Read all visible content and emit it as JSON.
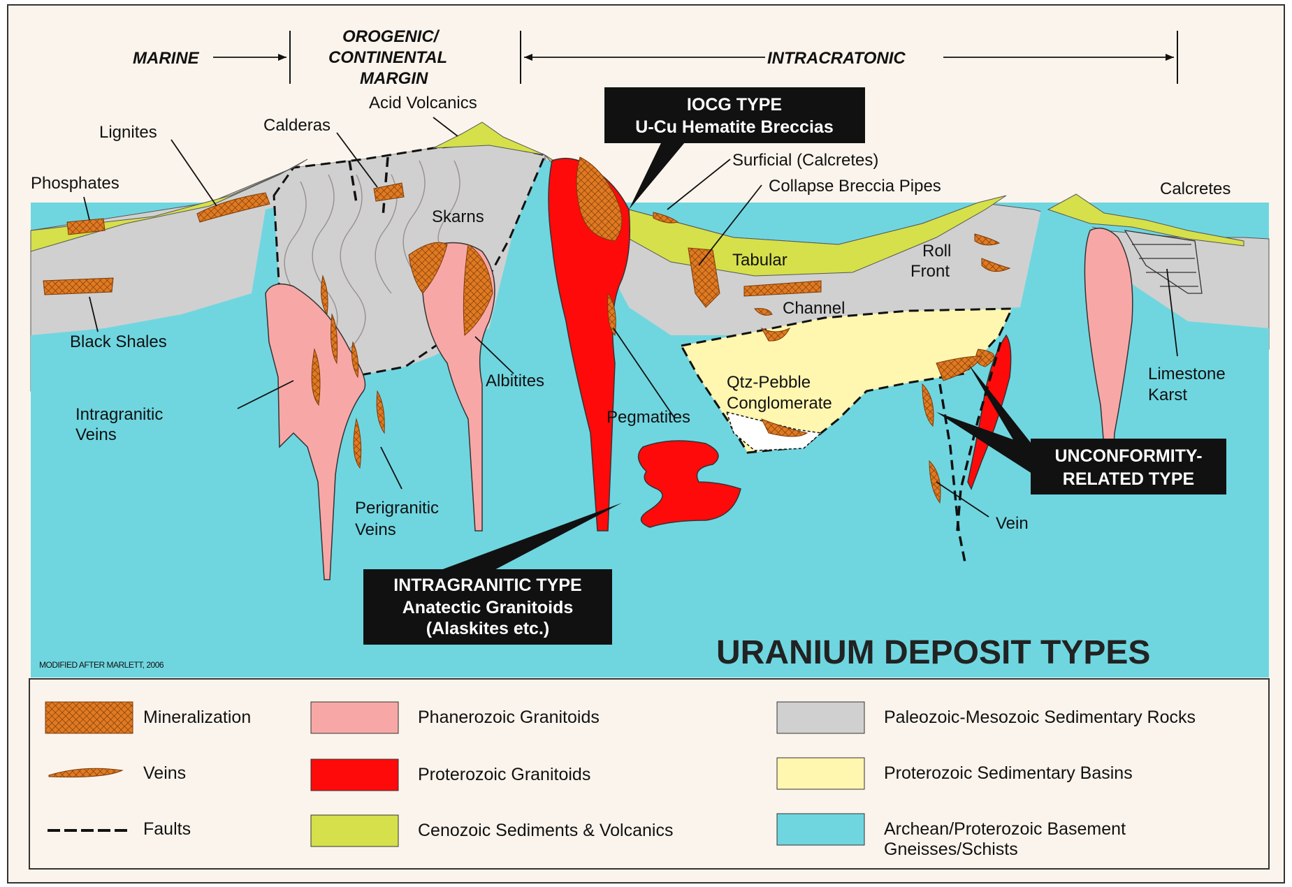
{
  "header": {
    "marine": "MARINE",
    "orogenic_line1": "OROGENIC/",
    "orogenic_line2": "CONTINENTAL",
    "orogenic_line3": "MARGIN",
    "intracratonic": "INTRACRATONIC"
  },
  "labels": {
    "acid_volcanics": "Acid Volcanics",
    "lignites": "Lignites",
    "calderas": "Calderas",
    "phosphates": "Phosphates",
    "skarns": "Skarns",
    "surficial": "Surficial (Calcretes)",
    "collapse_breccia": "Collapse Breccia Pipes",
    "calcretes": "Calcretes",
    "tabular": "Tabular",
    "roll_front_1": "Roll",
    "roll_front_2": "Front",
    "channel": "Channel",
    "black_shales": "Black Shales",
    "albitites": "Albitites",
    "qtz_1": "Qtz-Pebble",
    "qtz_2": "Conglomerate",
    "limestone_1": "Limestone",
    "limestone_2": "Karst",
    "intragranitic_veins_1": "Intragranitic",
    "intragranitic_veins_2": "Veins",
    "pegmatites": "Pegmatites",
    "perigranitic_1": "Perigranitic",
    "perigranitic_2": "Veins",
    "vein": "Vein"
  },
  "callouts": {
    "iocg_1": "IOCG TYPE",
    "iocg_2": "U-Cu Hematite Breccias",
    "intragranitic_1": "INTRAGRANITIC TYPE",
    "intragranitic_2": "Anatectic Granitoids",
    "intragranitic_3": "(Alaskites etc.)",
    "unconformity_1": "UNCONFORMITY-",
    "unconformity_2": "RELATED TYPE"
  },
  "credit": "MODIFIED AFTER MARLETT, 2006",
  "title": "URANIUM DEPOSIT TYPES",
  "legend": [
    {
      "label": "Mineralization",
      "kind": "hatch",
      "color": "#e07a22"
    },
    {
      "label": "Veins",
      "kind": "vein",
      "color": "#e07a22"
    },
    {
      "label": "Faults",
      "kind": "dash",
      "color": "#111111"
    },
    {
      "label": "Phanerozoic Granitoids",
      "kind": "box",
      "color": "#f7a8a6"
    },
    {
      "label": "Proterozoic Granitoids",
      "kind": "box",
      "color": "#ff0a0a"
    },
    {
      "label": "Cenozoic Sediments & Volcanics",
      "kind": "box",
      "color": "#d6e04a"
    },
    {
      "label": "Paleozoic-Mesozoic Sedimentary Rocks",
      "kind": "box",
      "color": "#d0d0d0"
    },
    {
      "label": "Proterozoic Sedimentary Basins",
      "kind": "box",
      "color": "#fff6b0"
    },
    {
      "label": "Archean/Proterozoic Basement",
      "label2": "Gneisses/Schists",
      "kind": "box",
      "color": "#6fd6e0"
    }
  ],
  "colors": {
    "basement": "#6fd6e0",
    "sediments": "#d0d0d0",
    "cenozoic": "#d6e04a",
    "proterozoic_basin": "#fff6b0",
    "phanerozoic_granitoid": "#f7a8a6",
    "proterozoic_granitoid": "#ff0a0a",
    "mineralization": "#e07a22"
  }
}
